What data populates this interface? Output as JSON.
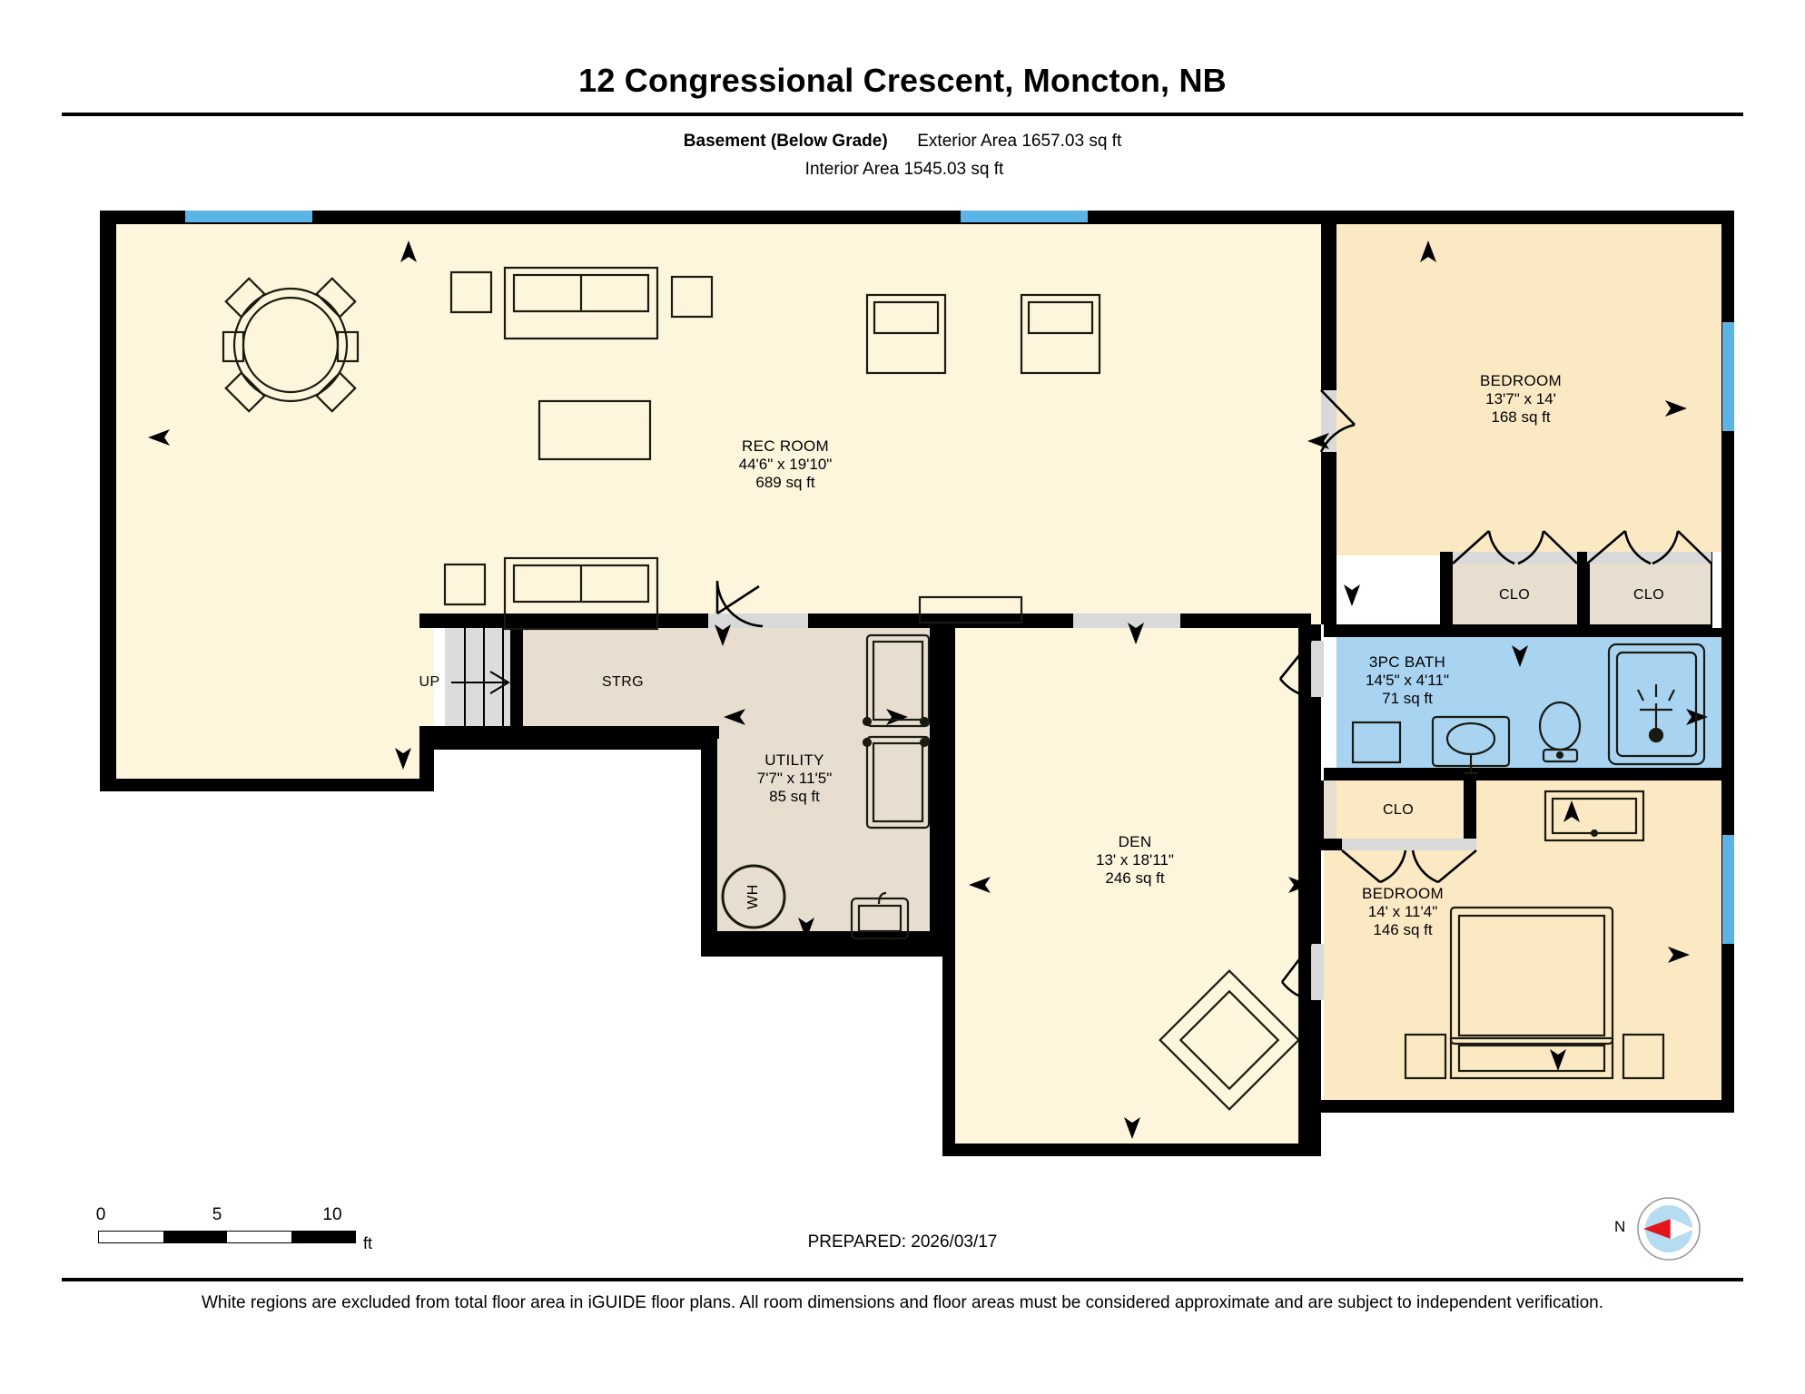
{
  "header": {
    "title": "12 Congressional Crescent, Moncton, NB",
    "level_label": "Basement (Below Grade)",
    "exterior_area": "Exterior Area 1657.03 sq ft",
    "interior_area": "Interior Area 1545.03 sq ft"
  },
  "footer": {
    "scale": {
      "ticks": [
        "0",
        "5",
        "10"
      ],
      "unit": "ft"
    },
    "prepared": "PREPARED: 2026/03/17",
    "disclaimer": "White regions are excluded from total floor area in iGUIDE floor plans. All room dimensions and floor areas must be considered approximate and are subject to independent verification.",
    "compass_label": "N"
  },
  "rooms": [
    {
      "id": "rec_room",
      "name": "REC ROOM",
      "dimensions": "44'6\" x 19'10\"",
      "area": "689 sq ft"
    },
    {
      "id": "bedroom_1",
      "name": "BEDROOM",
      "dimensions": "13'7\" x 14'",
      "area": "168 sq ft"
    },
    {
      "id": "bath",
      "name": "3PC BATH",
      "dimensions": "14'5\" x 4'11\"",
      "area": "71 sq ft"
    },
    {
      "id": "bedroom_2",
      "name": "BEDROOM",
      "dimensions": "14' x 11'4\"",
      "area": "146 sq ft"
    },
    {
      "id": "den",
      "name": "DEN",
      "dimensions": "13' x 18'11\"",
      "area": "246 sq ft"
    },
    {
      "id": "utility",
      "name": "UTILITY",
      "dimensions": "7'7\" x 11'5\"",
      "area": "85 sq ft"
    }
  ],
  "small_rooms": [
    {
      "id": "strg",
      "name": "STRG"
    },
    {
      "id": "clo_1",
      "name": "CLO"
    },
    {
      "id": "clo_2",
      "name": "CLO"
    },
    {
      "id": "clo_3",
      "name": "CLO"
    }
  ],
  "annotations": {
    "stairs_up": "UP",
    "water_heater": "WH"
  },
  "colors": {
    "wall": "#000000",
    "rec_room_fill": "#fdf6dd",
    "bedroom_fill": "#fae9c3",
    "bath_fill": "#a8d4f2",
    "storage_fill": "#e7ded0",
    "window_blue": "#5ab4e5",
    "door_gray": "#d9d9d9",
    "compass_needle": "#e8141c",
    "compass_disc": "#b5dcf0"
  }
}
